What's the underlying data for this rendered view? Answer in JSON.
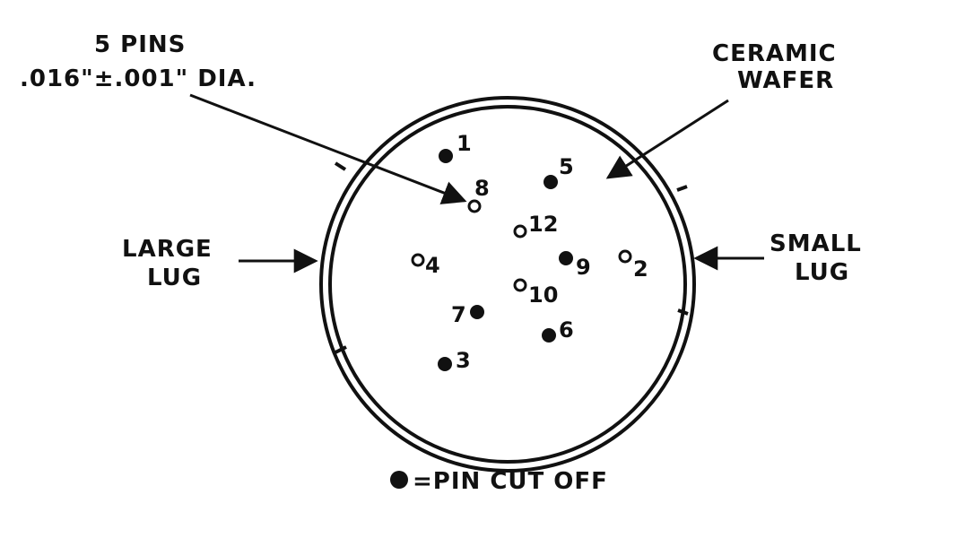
{
  "callouts": {
    "pins_line1": "5 PINS",
    "pins_line2": ".016\"±.001\" DIA.",
    "wafer_line1": "CERAMIC",
    "wafer_line2": "WAFER",
    "large_lug_line1": "LARGE",
    "large_lug_line2": "LUG",
    "small_lug_line1": "SMALL",
    "small_lug_line2": "LUG"
  },
  "legend": {
    "text": "=PIN CUT OFF"
  },
  "pins": [
    {
      "label": "1",
      "cut_off": true
    },
    {
      "label": "2",
      "cut_off": false
    },
    {
      "label": "3",
      "cut_off": true
    },
    {
      "label": "4",
      "cut_off": false
    },
    {
      "label": "5",
      "cut_off": true
    },
    {
      "label": "6",
      "cut_off": true
    },
    {
      "label": "7",
      "cut_off": true
    },
    {
      "label": "8",
      "cut_off": false
    },
    {
      "label": "9",
      "cut_off": true
    },
    {
      "label": "10",
      "cut_off": false
    },
    {
      "label": "12",
      "cut_off": false
    }
  ],
  "colors": {
    "ink": "#111111",
    "paper": "#ffffff"
  }
}
